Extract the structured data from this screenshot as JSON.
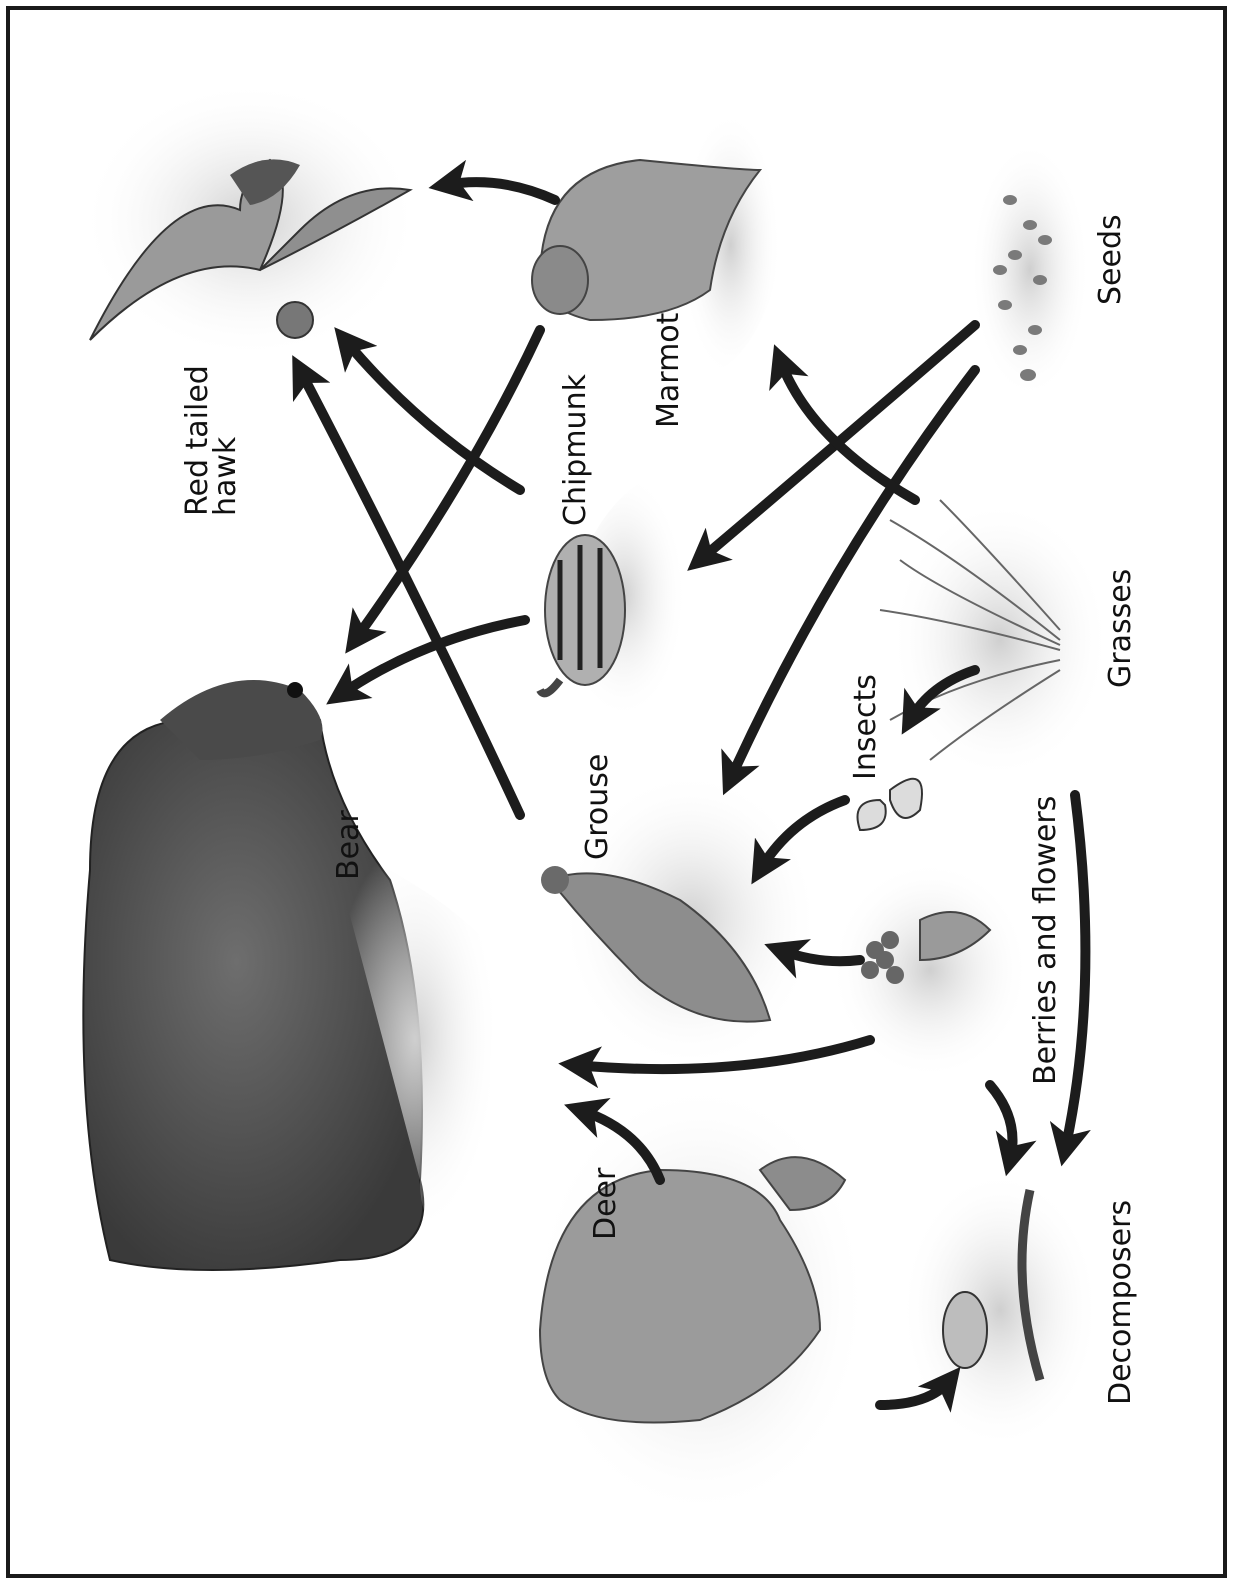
{
  "organisms": {
    "hawk_line1": "Red tailed",
    "hawk_line2": "hawk",
    "chipmunk": "Chipmunk",
    "marmot": "Marmot",
    "seeds": "Seeds",
    "bear": "Bear",
    "grouse": "Grouse",
    "insects": "Insects",
    "grasses": "Grasses",
    "berries": "Berries and flowers",
    "deer": "Deer",
    "decomposers": "Decomposers"
  },
  "feeding_links": [
    {
      "from": "Marmot",
      "to": "Red tailed hawk"
    },
    {
      "from": "Chipmunk",
      "to": "Red tailed hawk"
    },
    {
      "from": "Grouse",
      "to": "Red tailed hawk"
    },
    {
      "from": "Marmot",
      "to": "Bear"
    },
    {
      "from": "Chipmunk",
      "to": "Bear"
    },
    {
      "from": "Seeds",
      "to": "Chipmunk"
    },
    {
      "from": "Seeds",
      "to": "Grouse"
    },
    {
      "from": "Grasses",
      "to": "Marmot"
    },
    {
      "from": "Grasses",
      "to": "Insects"
    },
    {
      "from": "Insects",
      "to": "Grouse"
    },
    {
      "from": "Berries and flowers",
      "to": "Grouse"
    },
    {
      "from": "Berries and flowers",
      "to": "Bear"
    },
    {
      "from": "Deer",
      "to": "Bear"
    },
    {
      "from": "Berries and flowers",
      "to": "Decomposers"
    },
    {
      "from": "Grasses",
      "to": "Decomposers"
    },
    {
      "from": "Deer",
      "to": "Decomposers"
    }
  ],
  "colors": {
    "ink": "#111111",
    "arrow": "#1c1c1c",
    "sketch": "#8a8a8a"
  }
}
